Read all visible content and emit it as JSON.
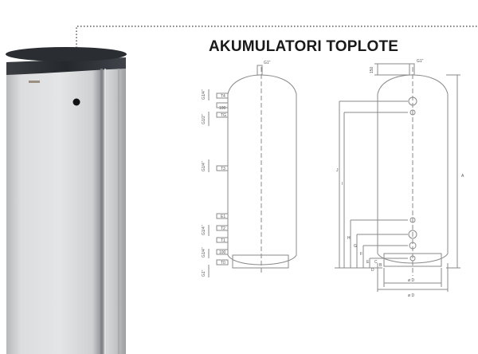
{
  "title": "AKUMULATORI TOPLOTE",
  "colors": {
    "tank_body": "#d9dadb",
    "tank_cap": "#2c2f33",
    "drawing_line": "#8a8a8a",
    "text": "#1a1a1a"
  },
  "side_view": {
    "left_labels": [
      "G1/4\"",
      "G1/2\"",
      "G1/4\"",
      "G1/4\"",
      "G1/4\"",
      "G1\""
    ],
    "inner_labels": [
      "T4",
      "TG",
      "T3",
      "E1",
      "T2",
      "T1",
      "T0"
    ],
    "top_connection": "G1\"",
    "dimensions": [
      "100",
      "100"
    ]
  },
  "front_view": {
    "top_connection": "G1\"",
    "top_dimension": "150",
    "right_dimension": "A",
    "left_dimensions": [
      "J",
      "I",
      "H",
      "G",
      "F",
      "E",
      "D",
      "C",
      "B"
    ],
    "bottom_dimensions": [
      "ø D",
      "ø D"
    ]
  }
}
